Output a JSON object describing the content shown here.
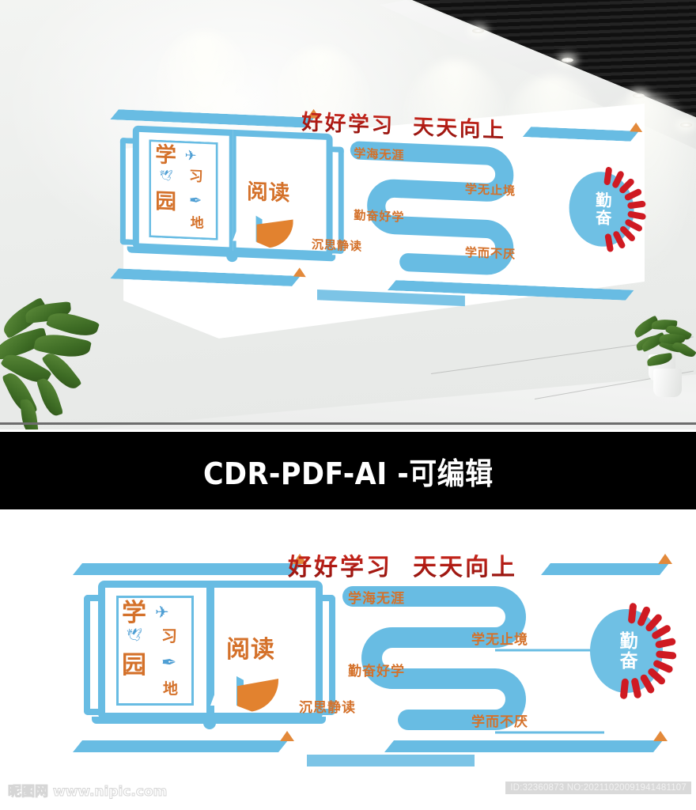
{
  "banner": {
    "text": "CDR-PDF-AI -可编辑"
  },
  "artwork": {
    "headline": {
      "left": "好好学习",
      "right": "天天向上"
    },
    "book": {
      "left_page_chars": [
        "学",
        "习",
        "园",
        "地"
      ],
      "left_page_icons": [
        "paper-plane-icon",
        "bird-icon",
        "reading-person-icon"
      ],
      "right_page_label": "阅读"
    },
    "ribbon_labels": [
      "学海无涯",
      "学无止境",
      "勤奋好学",
      "沉思静读",
      "学而不厌"
    ],
    "badge": {
      "text": "勤奋"
    },
    "colors": {
      "blue": "#68bce3",
      "blue_light": "#7cc4e6",
      "badge_blue": "#6fc0e4",
      "orange": "#d4712a",
      "orange_accent": "#e3893a",
      "red": "#cf1a22",
      "headline_red_dark": "#8d130e",
      "headline_red_light": "#d42c20",
      "white": "#ffffff",
      "black": "#000000"
    }
  },
  "footer": {
    "watermark": "昵图网 www.nipic.com",
    "id_text": "ID:32360873 NO:20211020091941481107"
  }
}
